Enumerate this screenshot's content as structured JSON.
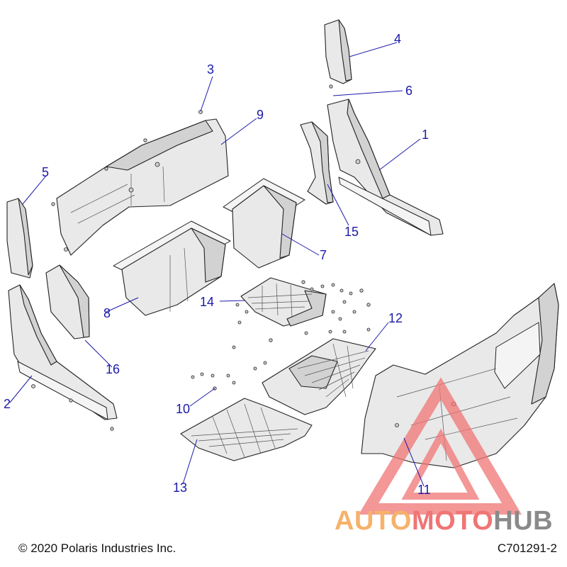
{
  "diagram": {
    "callouts": [
      {
        "id": "1",
        "label": "1"
      },
      {
        "id": "2",
        "label": "2"
      },
      {
        "id": "3",
        "label": "3"
      },
      {
        "id": "4",
        "label": "4"
      },
      {
        "id": "5",
        "label": "5"
      },
      {
        "id": "6",
        "label": "6"
      },
      {
        "id": "7",
        "label": "7"
      },
      {
        "id": "8",
        "label": "8"
      },
      {
        "id": "9",
        "label": "9"
      },
      {
        "id": "10",
        "label": "10"
      },
      {
        "id": "11",
        "label": "11"
      },
      {
        "id": "12",
        "label": "12"
      },
      {
        "id": "13",
        "label": "13"
      },
      {
        "id": "14",
        "label": "14"
      },
      {
        "id": "15",
        "label": "15"
      },
      {
        "id": "16",
        "label": "16"
      }
    ],
    "colors": {
      "callout": "#1a1aa8",
      "line_art": "#222222",
      "part_fill": "#e9e9e9"
    }
  },
  "footer": {
    "copyright": "© 2020 Polaris Industries Inc.",
    "part_code": "C701291-2"
  },
  "watermark": {
    "part_a": "AUTO",
    "part_b": "MOTO",
    "part_c": "HUB",
    "colors": {
      "auto": "#f6b26b",
      "moto": "#f07575",
      "hub": "#8a8a8a",
      "triangle": "#f07575"
    }
  }
}
